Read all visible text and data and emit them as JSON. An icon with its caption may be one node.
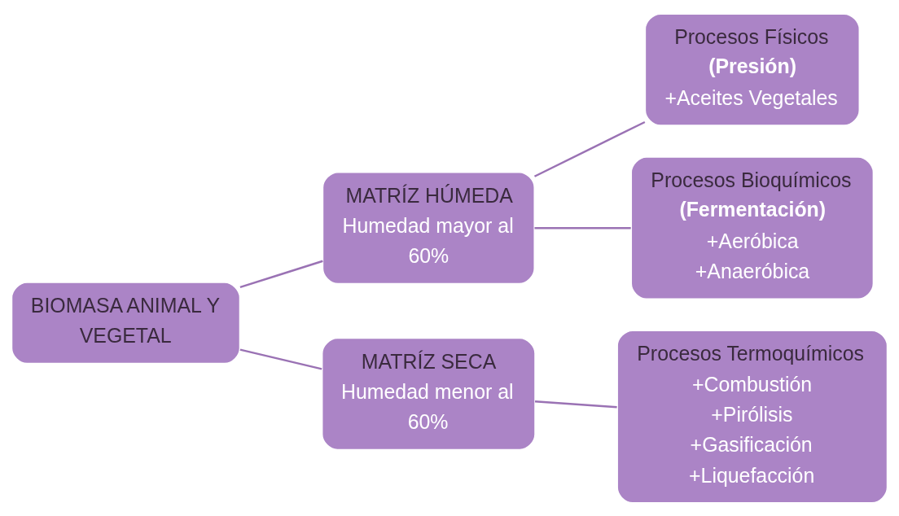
{
  "diagram": {
    "nodes": [
      {
        "text": [
          "BIOMASA ANIMAL Y VEGETAL"
        ]
      },
      {
        "text": [
          "MATRÍZ HÚMEDA",
          "Humedad mayor al 60%"
        ]
      },
      {
        "text": [
          "Procesos Físicos",
          "(Presión)",
          "+Aceites Vegetales"
        ]
      },
      {
        "text": [
          "Procesos Bioquímicos",
          "(Fermentación)",
          "+Aeróbica",
          "+Anaeróbica"
        ]
      },
      {
        "text": [
          "MATRÍZ SECA",
          "Humedad menor al 60%"
        ]
      },
      {
        "text": [
          "Procesos Termoquímicos",
          "+Combustión",
          "+Pirólisis",
          "+Gasificación",
          "+Liquefacción"
        ]
      }
    ],
    "edges": [
      {
        "from": 0,
        "to": 1,
        "arrow": "none"
      },
      {
        "from": 0,
        "to": 4,
        "arrow": "none"
      },
      {
        "from": 1,
        "to": 2,
        "arrow": "none"
      },
      {
        "from": 1,
        "to": 3,
        "arrow": "none"
      },
      {
        "from": 4,
        "to": 5,
        "arrow": "none"
      }
    ]
  }
}
